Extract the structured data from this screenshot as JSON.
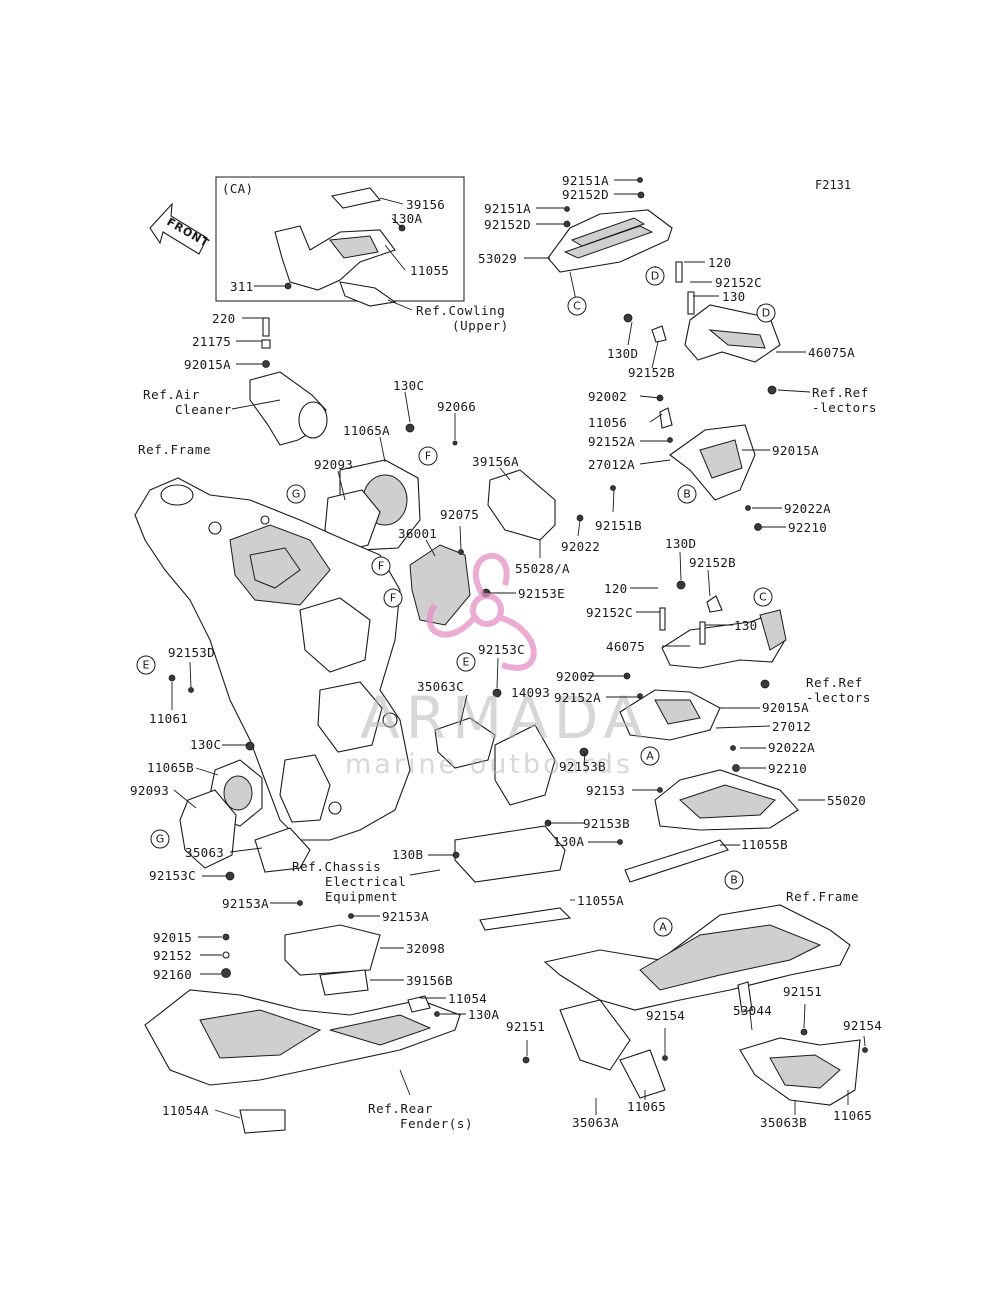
{
  "figure_code": "F2131",
  "inset_caption": "(CA)",
  "front_label": "FRONT",
  "watermark": {
    "line1": "ARMADA",
    "line2": "marine outboards",
    "color": "#e58fc4"
  },
  "callouts": {
    "c_92151A_top": "92151A",
    "c_92152D_top": "92152D",
    "c_92151A_mid": "92151A",
    "c_92152D_mid": "92152D",
    "c_53029": "53029",
    "c_39156": "39156",
    "c_130A_inset": "130A",
    "c_11055_inset": "11055",
    "c_311": "311",
    "c_120_a": "120",
    "c_92152C_a": "92152C",
    "c_130_a": "130",
    "c_130D_a": "130D",
    "c_92152B_a": "92152B",
    "c_46075A": "46075A",
    "c_220": "220",
    "c_21175": "21175",
    "c_92015A_l": "92015A",
    "c_130C_a": "130C",
    "c_92066": "92066",
    "c_11065A": "11065A",
    "c_92093_a": "92093",
    "c_39156A": "39156A",
    "c_92002_a": "92002",
    "c_11056": "11056",
    "c_92152A_a": "92152A",
    "c_27012A": "27012A",
    "c_92015A_r": "92015A",
    "c_92022A_a": "92022A",
    "c_92210_a": "92210",
    "c_92075": "92075",
    "c_36001": "36001",
    "c_92151B": "92151B",
    "c_92022": "92022",
    "c_55028A": "55028/A",
    "c_92153E": "92153E",
    "c_130D_b": "130D",
    "c_92152B_b": "92152B",
    "c_120_b": "120",
    "c_92152C_b": "92152C",
    "c_130_b": "130",
    "c_46075": "46075",
    "c_92153D": "92153D",
    "c_11061": "11061",
    "c_92153C_a": "92153C",
    "c_14093": "14093",
    "c_35063C": "35063C",
    "c_92002_b": "92002",
    "c_92152A_b": "92152A",
    "c_92015A_b": "92015A",
    "c_27012": "27012",
    "c_130C_b": "130C",
    "c_11065B": "11065B",
    "c_92093_b": "92093",
    "c_92153B_a": "92153B",
    "c_92022A_b": "92022A",
    "c_92210_b": "92210",
    "c_92153_a": "92153",
    "c_55020": "55020",
    "c_92153B_b": "92153B",
    "c_35063": "35063",
    "c_92153C_b": "92153C",
    "c_130B": "130B",
    "c_130A_b": "130A",
    "c_11055B": "11055B",
    "c_11055A": "11055A",
    "c_92153A_l": "92153A",
    "c_92153A_r": "92153A",
    "c_92015": "92015",
    "c_32098": "32098",
    "c_92152": "92152",
    "c_92160": "92160",
    "c_39156B": "39156B",
    "c_11054": "11054",
    "c_130A_c": "130A",
    "c_11054A": "11054A",
    "c_92151_l": "92151",
    "c_92154_l": "92154",
    "c_53044": "53044",
    "c_92151_r": "92151",
    "c_92154_r": "92154",
    "c_35063A": "35063A",
    "c_11065_l": "11065",
    "c_35063B": "35063B",
    "c_11065_r": "11065"
  },
  "references": {
    "ref_cowling_1": "Ref.Cowling",
    "ref_cowling_2": "(Upper)",
    "ref_air_1": "Ref.Air",
    "ref_air_2": "Cleaner",
    "ref_frame_top": "Ref.Frame",
    "ref_reflectors_a1": "Ref.Ref",
    "ref_reflectors_a2": "-lectors",
    "ref_reflectors_b1": "Ref.Ref",
    "ref_reflectors_b2": "-lectors",
    "ref_chassis_1": "Ref.Chassis",
    "ref_chassis_2": "Electrical",
    "ref_chassis_3": "Equipment",
    "ref_frame_bottom": "Ref.Frame",
    "ref_rear_fender_1": "Ref.Rear",
    "ref_rear_fender_2": "Fender(s)"
  },
  "circle_markers": {
    "m_D_top": "D",
    "m_C_top": "C",
    "m_D_right": "D",
    "m_B_top": "B",
    "m_C_right": "C",
    "m_A_mid": "A",
    "m_G_top": "G",
    "m_F_1": "F",
    "m_F_2": "F",
    "m_F_3": "F",
    "m_E_left": "E",
    "m_E_mid": "E",
    "m_G_bottom": "G",
    "m_B_bottom": "B",
    "m_A_bottom": "A"
  }
}
